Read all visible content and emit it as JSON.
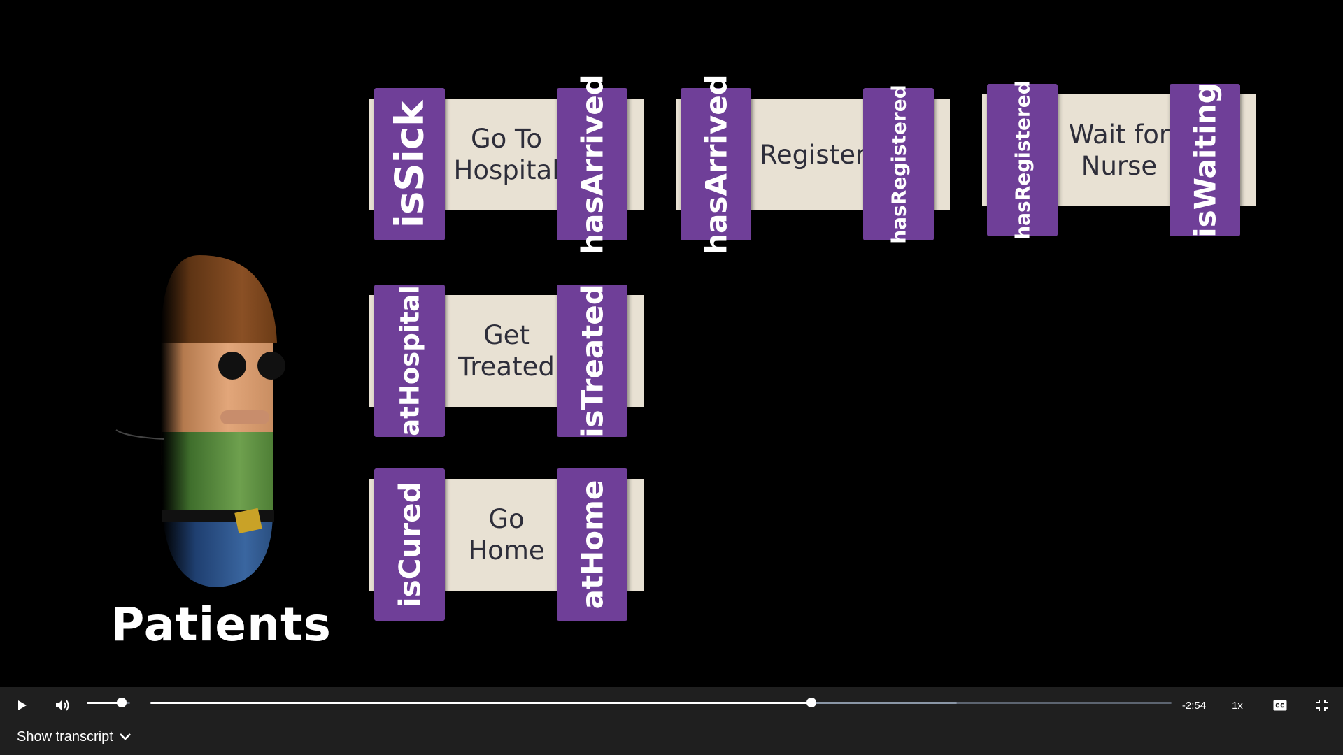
{
  "scene": {
    "title": "Patients",
    "actions": [
      {
        "name": "Go To Hospital",
        "lines": [
          "Go To",
          "Hospital"
        ],
        "pre": "isSick",
        "post": "hasArrived"
      },
      {
        "name": "Register",
        "lines": [
          "Register"
        ],
        "pre": "hasArrived",
        "post": "hasRegistered"
      },
      {
        "name": "Wait for Nurse",
        "lines": [
          "Wait for",
          "Nurse"
        ],
        "pre": "hasRegistered",
        "post": "isWaiting"
      },
      {
        "name": "Get Treated",
        "lines": [
          "Get",
          "Treated"
        ],
        "pre": "atHospital",
        "post": "isTreated"
      },
      {
        "name": "Go Home",
        "lines": [
          "Go",
          "Home"
        ],
        "pre": "isCured",
        "post": "atHome"
      }
    ]
  },
  "player": {
    "time_remaining": "-2:54",
    "speed": "1x",
    "volume_level": 0.8,
    "progress_played": 0.647,
    "progress_buffered": 0.79,
    "show_transcript_label": "Show transcript",
    "icons": {
      "play": "play-icon",
      "volume": "volume-icon",
      "captions": "closed-captions-icon",
      "fullscreen": "exit-fullscreen-icon",
      "transcript_chevron": "chevron-down-icon"
    },
    "colors": {
      "bar_bg": "#1f1f1f",
      "track_unplayed": "#5c6470",
      "track_buffered": "#8a96a6",
      "track_played": "#ffffff",
      "tag_purple": "#6f3f98",
      "card_beige": "#e8e1d3"
    }
  }
}
